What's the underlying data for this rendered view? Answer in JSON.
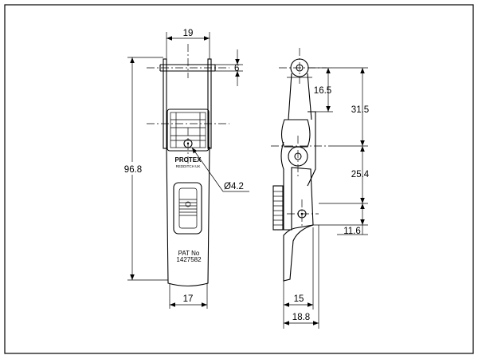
{
  "drawing": {
    "labels": {
      "brand": "PROTEX",
      "brand_sub": "REDDITCH UK",
      "pat_line1": "PAT No",
      "pat_line2": "1427582"
    },
    "dimensions": {
      "top_width": "19",
      "loop_thickness": "6",
      "overall_length": "96.8",
      "hole_diameter": "Ø4.2",
      "base_width": "17",
      "side_16_5": "16.5",
      "side_31_5": "31.5",
      "side_25_4": "25.4",
      "side_11_6": "11.6",
      "side_15": "15",
      "side_18_8": "18.8"
    }
  }
}
